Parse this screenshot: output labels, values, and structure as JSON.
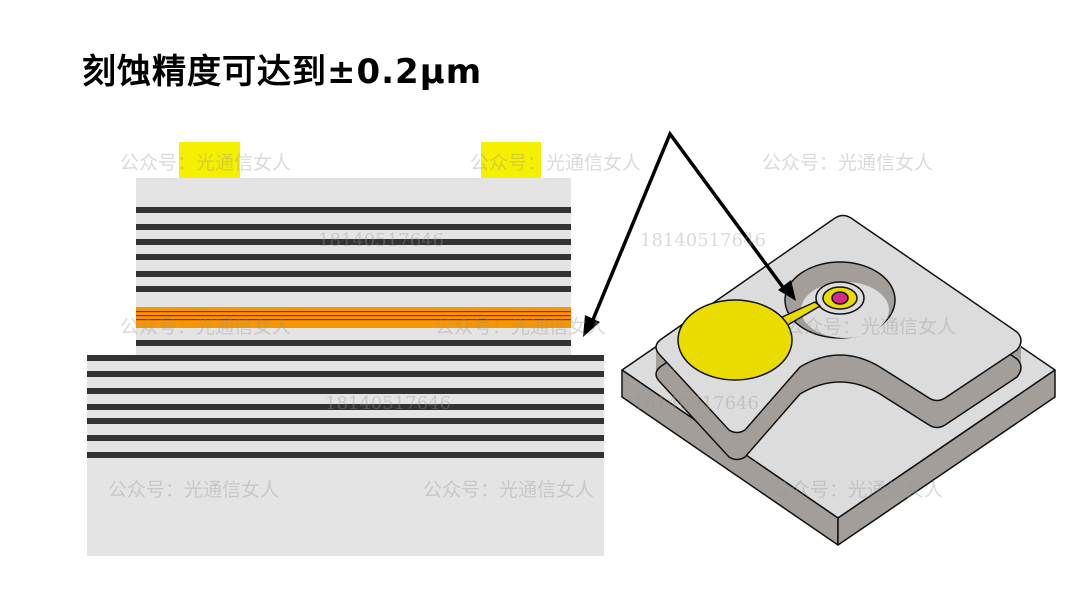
{
  "title": "刻蚀精度可达到±0.2μm",
  "watermark": {
    "account": "公众号：光通信女人",
    "phone": "18140517646"
  },
  "colors": {
    "layer_light": "#e4e4e4",
    "layer_dark": "#333333",
    "active_orange": "#f39800",
    "active_red": "#e60012",
    "contact_yellow": "#f5f000",
    "device_gray": "#dcdcdc",
    "device_side": "#a39e9a",
    "pad_yellow": "#ebdc00",
    "aperture_magenta": "#d42a8c"
  }
}
